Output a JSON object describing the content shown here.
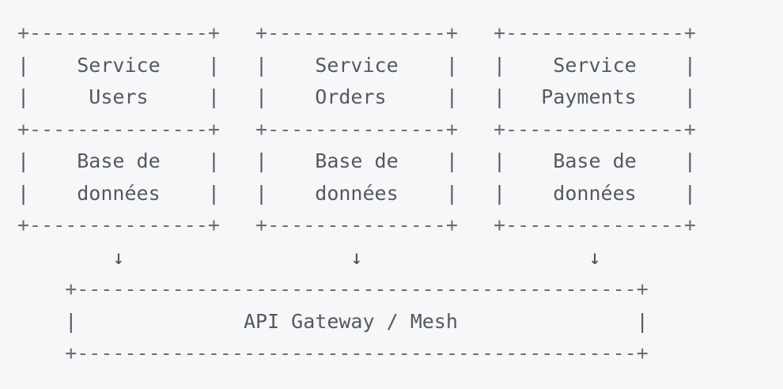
{
  "page": {
    "title": "Microservices Architecture Diagram",
    "background_color": "#f6f7f9",
    "text_color": "#5a5e62",
    "frame_color": "#6a6e72",
    "style": "ascii-art-monospace"
  },
  "diagram": {
    "type": "architecture",
    "orientation": "services-above-gateway",
    "services": [
      {
        "id": "users",
        "title_line_1": "Service",
        "title_line_2": "Users",
        "datastore_line_1": "Base de",
        "datastore_line_2": "données",
        "arrow": "↓"
      },
      {
        "id": "orders",
        "title_line_1": "Service",
        "title_line_2": "Orders",
        "datastore_line_1": "Base de",
        "datastore_line_2": "données",
        "arrow": "↓"
      },
      {
        "id": "payments",
        "title_line_1": "Service",
        "title_line_2": "Payments",
        "datastore_line_1": "Base de",
        "datastore_line_2": "données",
        "arrow": "↓"
      }
    ],
    "gateway": {
      "id": "api-gateway",
      "label": "API Gateway / Mesh"
    },
    "box_chars": {
      "corner_top_left": "+",
      "corner_top_right": "+",
      "corner_bottom_left": "+",
      "corner_bottom_right": "+",
      "horizontal": "-",
      "vertical": "|",
      "tee_left": "+",
      "tee_right": "+"
    }
  },
  "ascii": {
    "row_01": "+---------------+   +---------------+   +---------------+",
    "row_02": "|    Service    |   |    Service    |   |    Service    |",
    "row_03": "|     Users     |   |    Orders     |   |   Payments    |",
    "row_04": "+---------------+   +---------------+   +---------------+",
    "row_05": "|    Base de    |   |    Base de    |   |    Base de    |",
    "row_06": "|    données    |   |    données    |   |    données    |",
    "row_07": "+---------------+   +---------------+   +---------------+",
    "row_08": "        ↓                   ↓                   ↓        ",
    "row_09": "    +-----------------------------------------------+    ",
    "row_10": "    |              API Gateway / Mesh               |    ",
    "row_11": "    +-----------------------------------------------+    "
  }
}
